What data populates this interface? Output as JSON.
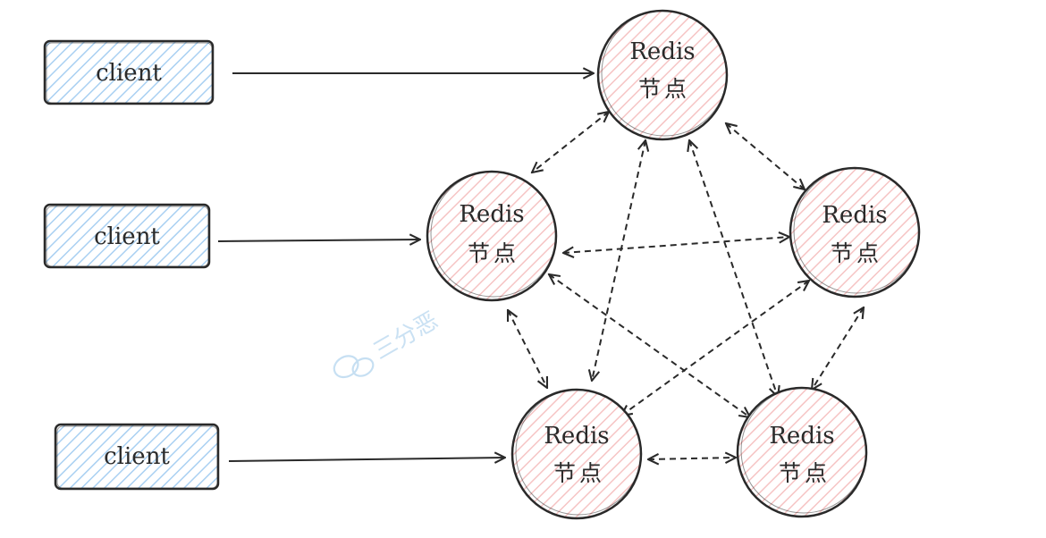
{
  "colors": {
    "client_fill": "#d6e9fb",
    "node_fill": "#fbdcdc",
    "stroke": "#2a2a2a",
    "watermark": "#b9d8f0"
  },
  "clients": [
    {
      "label": "client"
    },
    {
      "label": "client"
    },
    {
      "label": "client"
    }
  ],
  "nodes": [
    {
      "name": "Redis",
      "sub": "节点"
    },
    {
      "name": "Redis",
      "sub": "节点"
    },
    {
      "name": "Redis",
      "sub": "节点"
    },
    {
      "name": "Redis",
      "sub": "节点"
    },
    {
      "name": "Redis",
      "sub": "节点"
    }
  ],
  "watermark": {
    "text": "三分恶",
    "icon": "wechat-icon"
  }
}
